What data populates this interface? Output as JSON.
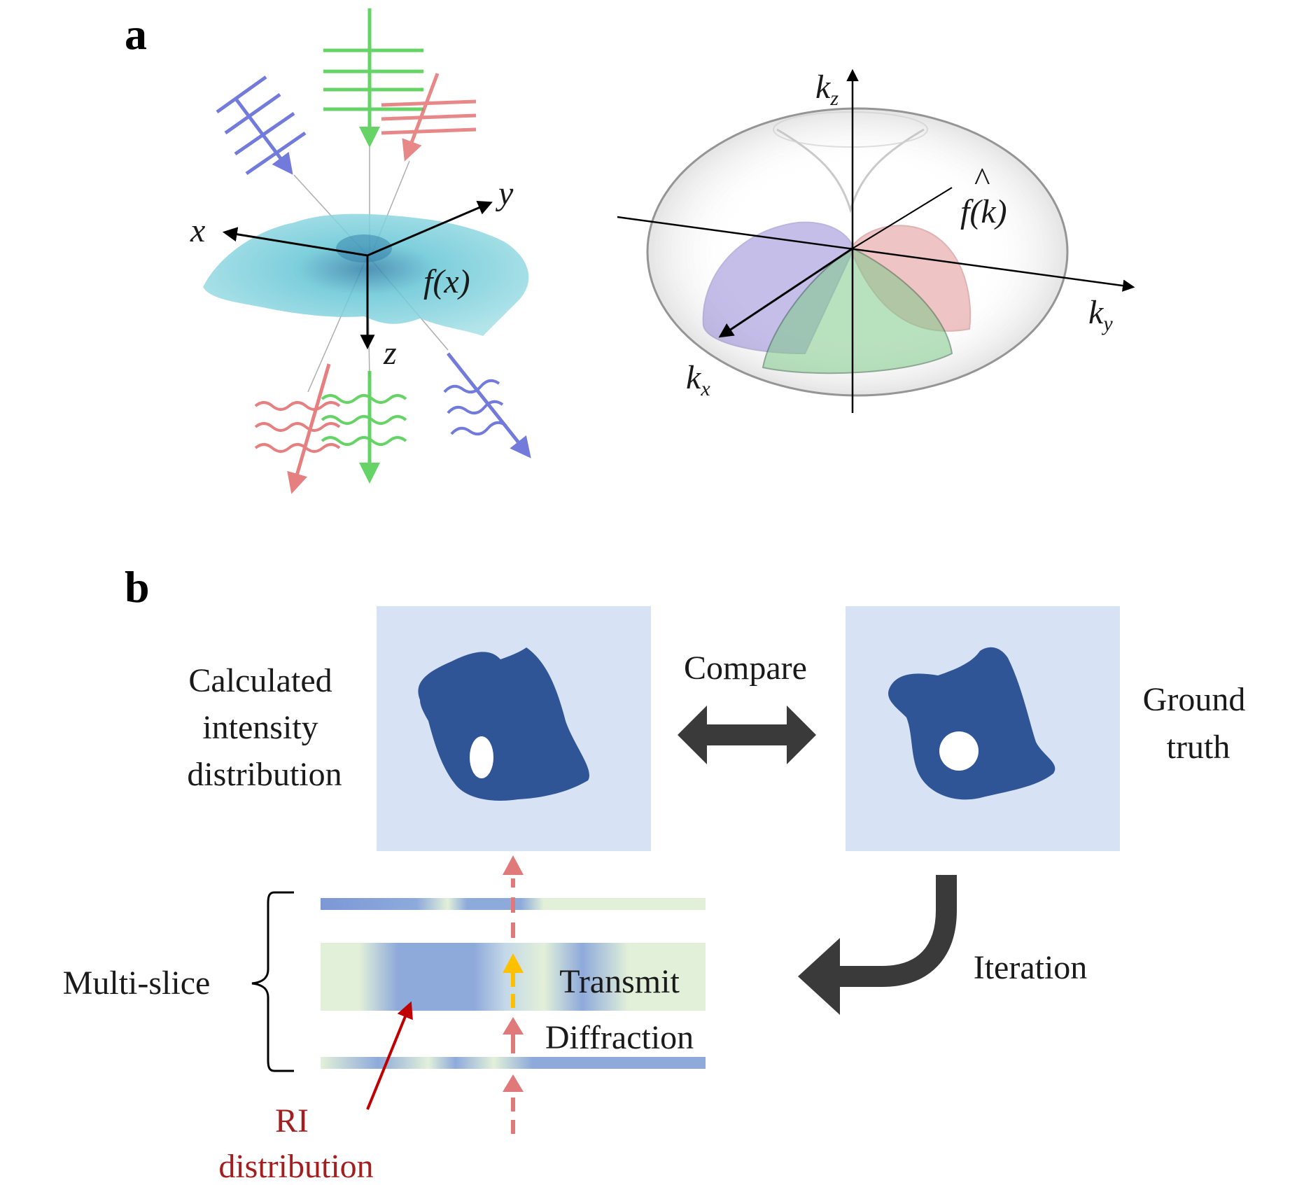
{
  "panel_a": {
    "letter": "a",
    "real_space": {
      "axis_x": "x",
      "axis_y": "y",
      "axis_z": "z",
      "object_label": "f(x)"
    },
    "k_space": {
      "axis_kz": "k",
      "axis_kz_sub": "z",
      "axis_kx": "k",
      "axis_kx_sub": "x",
      "axis_ky": "k",
      "axis_ky_sub": "y",
      "spectrum_label": "f(k)"
    }
  },
  "panel_b": {
    "letter": "b",
    "calculated_label": [
      "Calculated",
      "intensity",
      "distribution"
    ],
    "compare_label": "Compare",
    "ground_truth_label": [
      "Ground",
      "truth"
    ],
    "iteration_label": "Iteration",
    "multislice_label": "Multi-slice",
    "transmit_label": "Transmit",
    "diffraction_label": "Diffraction",
    "ri_label": [
      "RI",
      "distribution"
    ]
  },
  "colors": {
    "panel_bg": "#d7e2f4",
    "cell_blue": "#2f5597",
    "arrow_dark": "#3a3a3a",
    "red_arrow": "#e07a7a",
    "yellow_arrow": "#ffc000",
    "ri_text": "#a31f1f",
    "slice_blue": "#8eaadb",
    "slice_green": "#e2f0d9"
  }
}
